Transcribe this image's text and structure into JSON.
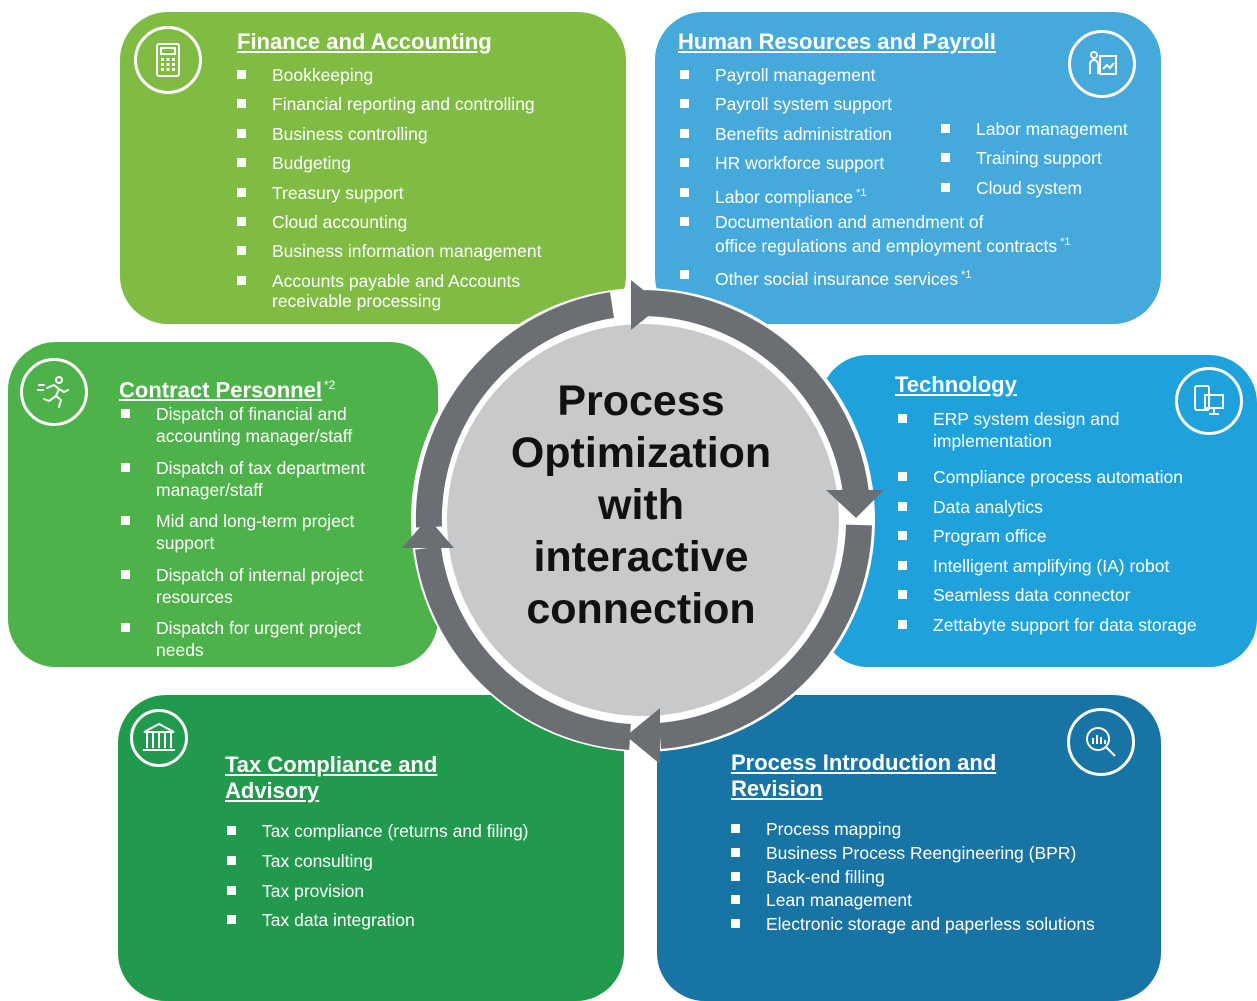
{
  "center": {
    "lines": [
      "Process",
      "Optimization",
      "with",
      "interactive",
      "connection"
    ]
  },
  "colors": {
    "finance": "#80bc43",
    "hr": "#46a9dc",
    "contract": "#4eb24a",
    "technology": "#1fa2dc",
    "tax": "#229a4d",
    "process": "#1874a4",
    "circle_fill": "#c8c9cb",
    "ring": "#6b6e72"
  },
  "finance": {
    "title": "Finance and Accounting",
    "icon": "calculator-icon",
    "items": [
      "Bookkeeping",
      "Financial reporting and controlling",
      "Business controlling",
      "Budgeting",
      "Treasury support",
      "Cloud accounting",
      "Business information management",
      "Accounts payable and Accounts",
      "receivable processing"
    ]
  },
  "hr": {
    "title": "Human Resources and Payroll",
    "icon": "presentation-person-icon",
    "items": [
      "Payroll management",
      "Payroll system support",
      "Benefits administration",
      "HR workforce support",
      "Labor compliance",
      "Documentation and amendment of",
      "office regulations and employment contracts",
      "Other social insurance services"
    ],
    "side_items": [
      "Labor management",
      "Training support",
      "Cloud system"
    ],
    "note1": "*1"
  },
  "contract": {
    "title": "Contract Personnel",
    "note": "*2",
    "icon": "running-person-icon",
    "items": [
      "Dispatch of financial and",
      "accounting manager/staff",
      "Dispatch of tax department",
      "manager/staff",
      "Mid and long-term project",
      "support",
      "Dispatch of internal project",
      "resources",
      "Dispatch for urgent project",
      "needs"
    ]
  },
  "technology": {
    "title": "Technology",
    "icon": "devices-icon",
    "items": [
      "ERP system design and",
      "implementation",
      "Compliance process automation",
      "Data analytics",
      "Program office",
      "Intelligent amplifying (IA) robot",
      "Seamless data connector",
      "Zettabyte support for data storage"
    ]
  },
  "tax": {
    "title_line1": "Tax Compliance and",
    "title_line2": "Advisory",
    "icon": "bank-building-icon",
    "items": [
      "Tax compliance (returns and filing)",
      "Tax consulting",
      "Tax provision",
      "Tax data integration"
    ]
  },
  "process": {
    "title_line1": "Process Introduction and",
    "title_line2": "Revision",
    "icon": "magnifier-chart-icon",
    "items": [
      "Process mapping",
      "Business Process Reengineering (BPR)",
      "Back-end filling",
      "Lean management",
      "Electronic storage and paperless solutions"
    ]
  }
}
